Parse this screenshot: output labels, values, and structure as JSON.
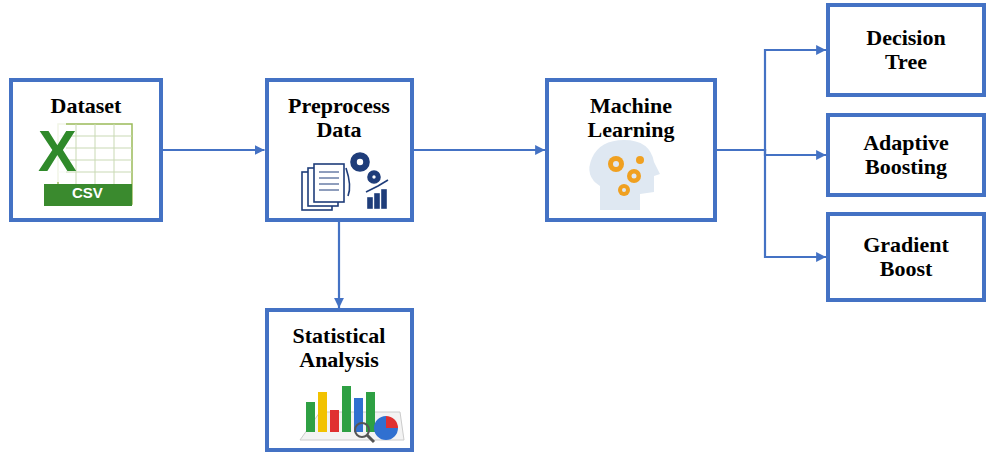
{
  "diagram": {
    "nodes": [
      {
        "text": [
          "Dataset"
        ]
      },
      {
        "text": [
          "Preprocess Data"
        ]
      },
      {
        "text": [
          "Machine Learning"
        ]
      },
      {
        "text": [
          "Decision Tree"
        ]
      },
      {
        "text": [
          "Adaptive Boosting"
        ]
      },
      {
        "text": [
          "Gradient Boost"
        ]
      },
      {
        "text": [
          "Statistical Analysis"
        ]
      }
    ],
    "edges": [
      {
        "from": 0,
        "to": 1,
        "arrow": "to"
      },
      {
        "from": 1,
        "to": 2,
        "arrow": "to"
      },
      {
        "from": 1,
        "to": 6,
        "arrow": "to"
      },
      {
        "from": 2,
        "to": 3,
        "arrow": "to"
      },
      {
        "from": 2,
        "to": 4,
        "arrow": "to"
      },
      {
        "from": 2,
        "to": 5,
        "arrow": "to"
      }
    ],
    "labels": [
      "X",
      "CSV"
    ]
  }
}
